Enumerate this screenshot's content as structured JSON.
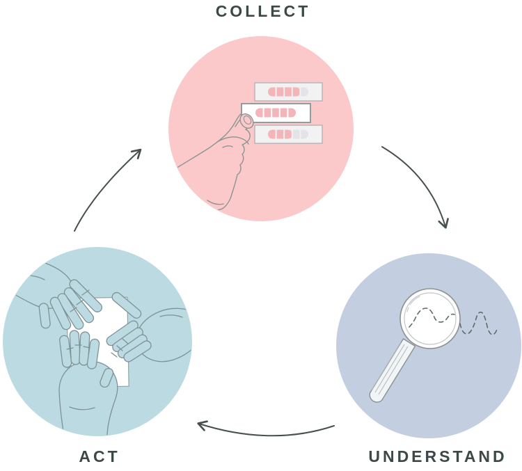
{
  "page": {
    "background": "#ffffff"
  },
  "diagram": {
    "type": "cycle",
    "nodes": {
      "collect": {
        "label": "COLLECT",
        "color": "#fbc9c9",
        "icon": "hand-holding-test-strips"
      },
      "understand": {
        "label": "UNDERSTAND",
        "color": "#c3cfe0",
        "icon": "magnifying-glass-over-dashed-wave"
      },
      "act": {
        "label": "ACT",
        "color": "#bcdae1",
        "icon": "three-hands-reaching-for-paper"
      }
    },
    "arrows": [
      {
        "from": "collect",
        "to": "understand"
      },
      {
        "from": "understand",
        "to": "act"
      },
      {
        "from": "act",
        "to": "collect"
      }
    ],
    "label_color": "#3d4949",
    "arrow_color": "#474f4f",
    "outline_color": "#7d9296"
  },
  "collect_icon": {
    "strips": [
      {
        "filled": 4,
        "total": 5
      },
      {
        "filled": 5,
        "total": 5
      },
      {
        "filled": 3,
        "total": 5
      }
    ],
    "segment_filled_color": "#f4b5b9",
    "segment_empty_color": "#e3e3e8"
  }
}
